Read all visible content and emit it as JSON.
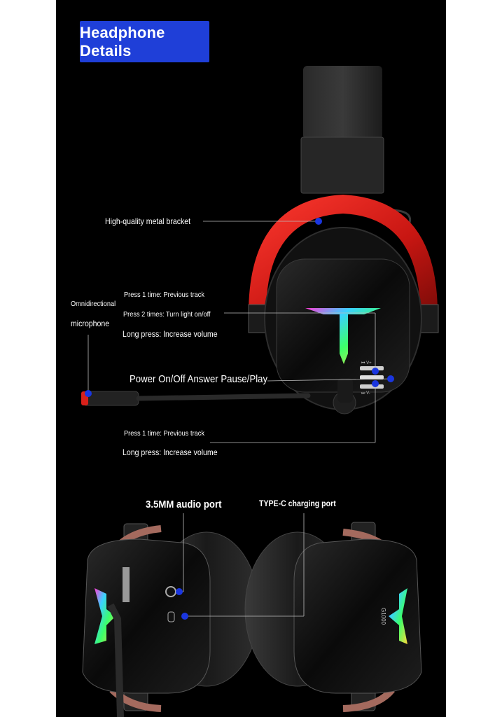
{
  "title": "Headphone Details",
  "colors": {
    "badge": "#1f3fd8",
    "accent_red": "#d8201a",
    "dot_blue": "#1a36e0",
    "background": "#000000",
    "page": "#ffffff"
  },
  "labels": {
    "metal_bracket": "High-quality metal bracket",
    "mic_line1": "Omnidirectional",
    "mic_line2": "microphone",
    "top_press1": "Press 1 time: Previous track",
    "top_press2": "Press 2 times: Turn light on/off",
    "top_long": "Long press: Increase volume",
    "power": "Power On/Off Answer Pause/Play",
    "bottom_press1": "Press 1 time: Previous track",
    "bottom_long": "Long press: Increase volume",
    "audio_port": "3.5MM audio port",
    "typec_port": "TYPE-C charging port",
    "model_text": "G1000"
  },
  "icons": [
    "headphone-side-view",
    "headphone-bottom-view",
    "rgb-t-logo",
    "callout-dot"
  ]
}
